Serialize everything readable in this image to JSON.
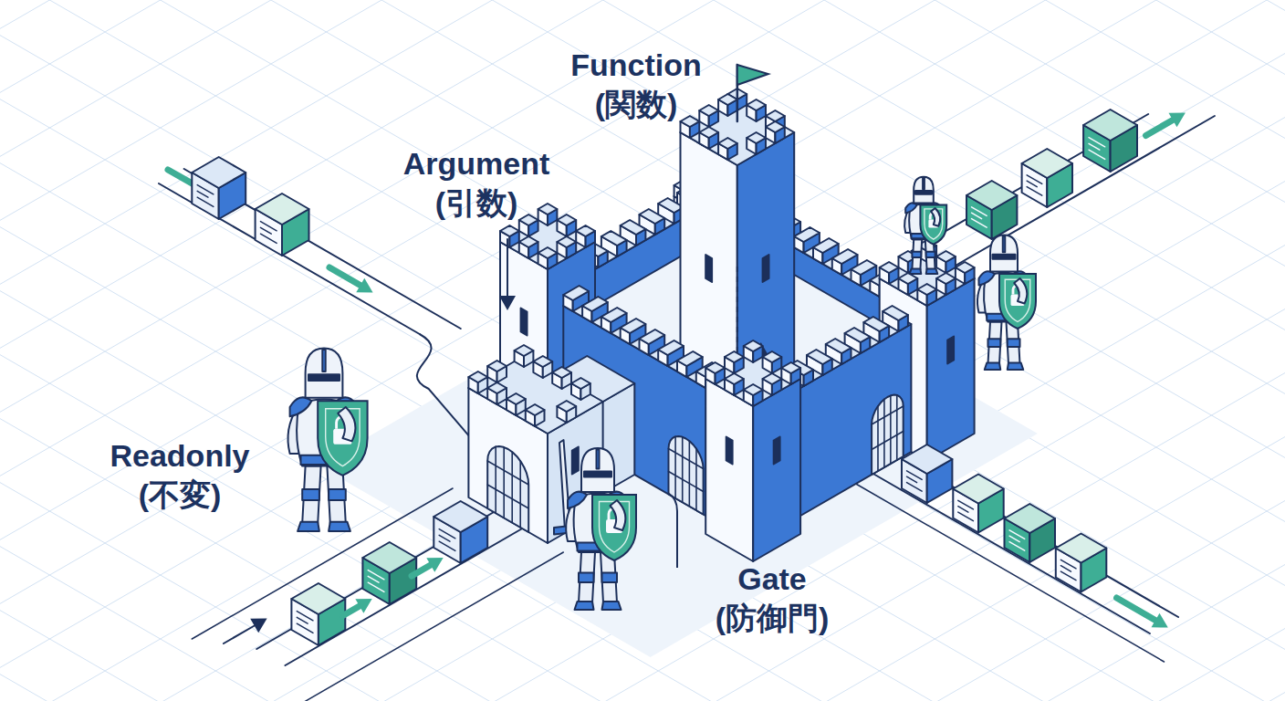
{
  "diagram": {
    "labels": [
      "Function (関数)",
      "Argument (引数)",
      "Readonly (不変)",
      "Gate (防御門)"
    ]
  }
}
